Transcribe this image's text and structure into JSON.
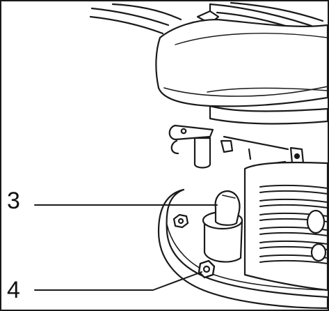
{
  "figure": {
    "callouts": [
      {
        "id": "3",
        "label": "3",
        "part": "oil-filler-cap"
      },
      {
        "id": "4",
        "label": "4",
        "part": "oil-drain-bolt"
      }
    ],
    "colors": {
      "line": "#1a1a1a",
      "fill": "#ffffff",
      "shade": "#e6e6e6"
    }
  }
}
